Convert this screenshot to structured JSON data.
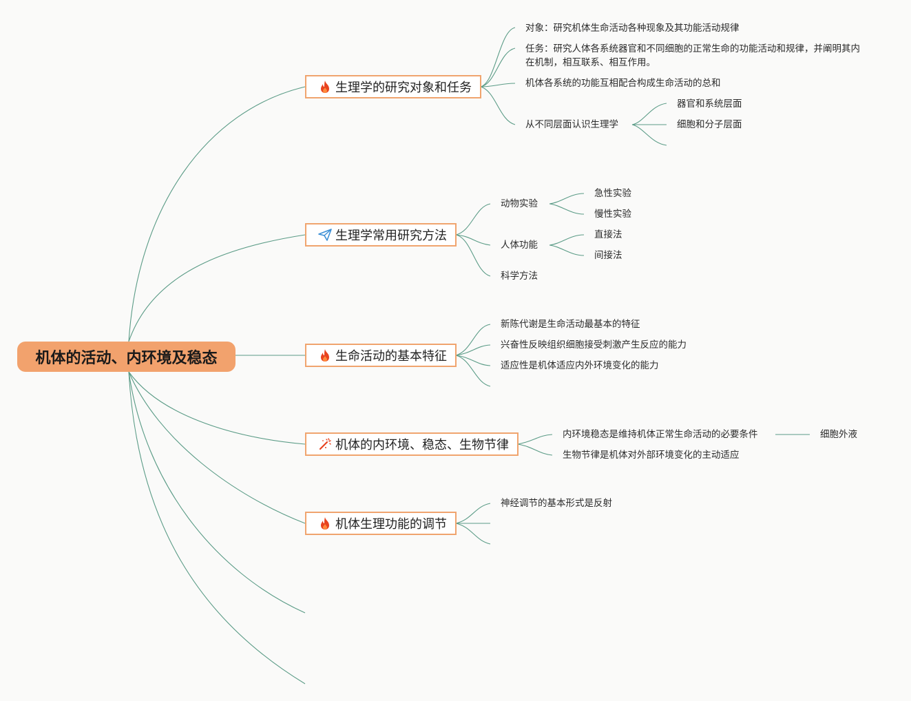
{
  "root": {
    "label": "机体的活动、内环境及稳态"
  },
  "topics": [
    {
      "label": "生理学的研究对象和任务",
      "icon": "fire-icon"
    },
    {
      "label": "生理学常用研究方法",
      "icon": "paper-plane-icon"
    },
    {
      "label": "生命活动的基本特征",
      "icon": "fire-icon"
    },
    {
      "label": "机体的内环境、稳态、生物节律",
      "icon": "magic-wand-icon"
    },
    {
      "label": "机体生理功能的调节",
      "icon": "fire-icon"
    }
  ],
  "leaves": {
    "t1_object": "对象：研究机体生命活动各种现象及其功能活动规律",
    "t1_task": "任务：研究人体各系统器官和不同细胞的正常生命的功能活动和规律，并阐明其内在机制，相互联系、相互作用。",
    "t1_sum": "机体各系统的功能互相配合构成生命活动的总和",
    "t1_levels": "从不同层面认识生理学",
    "t1_levels_organ": "器官和系统层面",
    "t1_levels_cell": "细胞和分子层面",
    "t2_animal": "动物实验",
    "t2_animal_acute": "急性实验",
    "t2_animal_chronic": "慢性实验",
    "t2_human": "人体功能",
    "t2_human_direct": "直接法",
    "t2_human_indirect": "间接法",
    "t2_science": "科学方法",
    "t3_metabolism": "新陈代谢是生命活动最基本的特征",
    "t3_excitability": "兴奋性反映组织细胞接受刺激产生反应的能力",
    "t3_adaptability": "适应性是机体适应内外环境变化的能力",
    "t4_homeostasis": "内环境稳态是维持机体正常生命活动的必要条件",
    "t4_homeostasis_fluid": "细胞外液",
    "t4_rhythm": "生物节律是机体对外部环境变化的主动适应",
    "t5_reflex": "神经调节的基本形式是反射"
  },
  "colors": {
    "root_fill": "#f2a26d",
    "topic_border": "#f0a46e",
    "link": "#5a9b86",
    "fire": "#e8431f",
    "plane": "#3b8fd6"
  }
}
